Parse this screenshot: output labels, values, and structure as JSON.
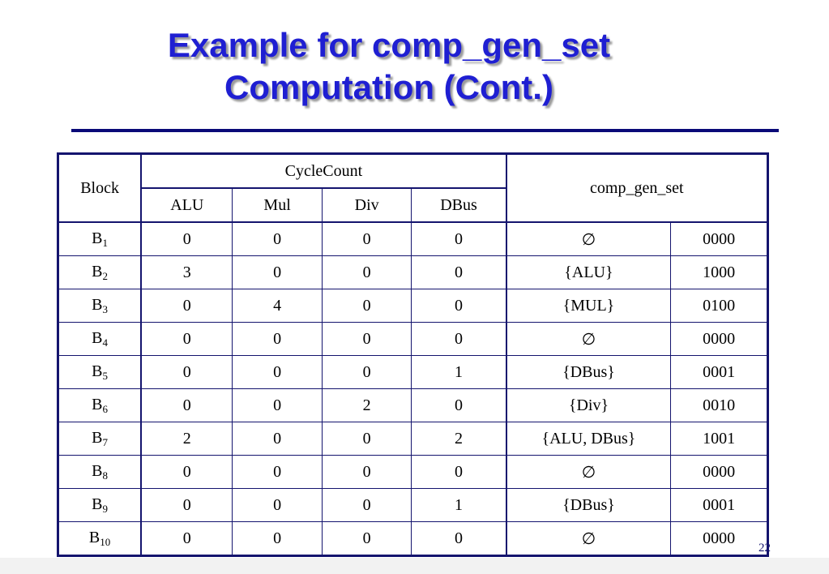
{
  "title": {
    "line1": "Example for comp_gen_set",
    "line2": "Computation (Cont.)"
  },
  "table": {
    "headers": {
      "block": "Block",
      "cyclecount": "CycleCount",
      "alu": "ALU",
      "mul": "Mul",
      "div": "Div",
      "dbus": "DBus",
      "comp_gen_set": "comp_gen_set"
    },
    "rows": [
      {
        "block": "B",
        "sub": "1",
        "alu": "0",
        "mul": "0",
        "div": "0",
        "dbus": "0",
        "set": "∅",
        "bits": "0000"
      },
      {
        "block": "B",
        "sub": "2",
        "alu": "3",
        "mul": "0",
        "div": "0",
        "dbus": "0",
        "set": "{ALU}",
        "bits": "1000"
      },
      {
        "block": "B",
        "sub": "3",
        "alu": "0",
        "mul": "4",
        "div": "0",
        "dbus": "0",
        "set": "{MUL}",
        "bits": "0100"
      },
      {
        "block": "B",
        "sub": "4",
        "alu": "0",
        "mul": "0",
        "div": "0",
        "dbus": "0",
        "set": "∅",
        "bits": "0000"
      },
      {
        "block": "B",
        "sub": "5",
        "alu": "0",
        "mul": "0",
        "div": "0",
        "dbus": "1",
        "set": "{DBus}",
        "bits": "0001"
      },
      {
        "block": "B",
        "sub": "6",
        "alu": "0",
        "mul": "0",
        "div": "2",
        "dbus": "0",
        "set": "{Div}",
        "bits": "0010"
      },
      {
        "block": "B",
        "sub": "7",
        "alu": "2",
        "mul": "0",
        "div": "0",
        "dbus": "2",
        "set": "{ALU, DBus}",
        "bits": "1001"
      },
      {
        "block": "B",
        "sub": "8",
        "alu": "0",
        "mul": "0",
        "div": "0",
        "dbus": "0",
        "set": "∅",
        "bits": "0000"
      },
      {
        "block": "B",
        "sub": "9",
        "alu": "0",
        "mul": "0",
        "div": "0",
        "dbus": "1",
        "set": "{DBus}",
        "bits": "0001"
      },
      {
        "block": "B",
        "sub": "10",
        "alu": "0",
        "mul": "0",
        "div": "0",
        "dbus": "0",
        "set": "∅",
        "bits": "0000"
      }
    ]
  },
  "page_number": "22",
  "colors": {
    "title": "#1f1fd2",
    "rule": "#0a0a78",
    "table_border": "#14146e"
  }
}
